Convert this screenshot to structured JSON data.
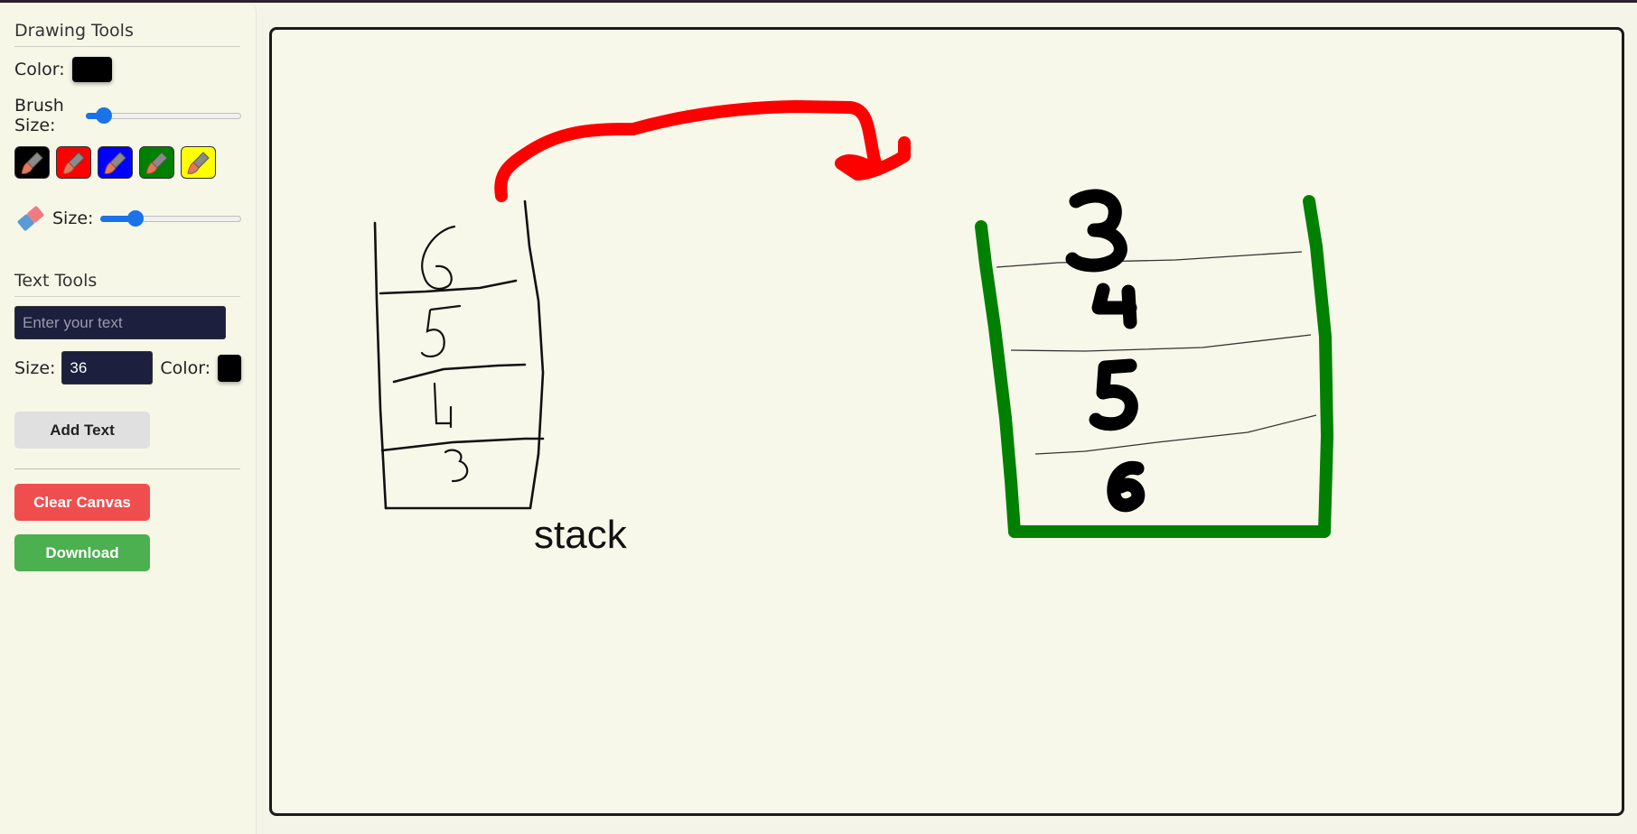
{
  "drawing_tools": {
    "title": "Drawing Tools",
    "color_label": "Color:",
    "color_value": "#000000",
    "brush_size_label_1": "Brush",
    "brush_size_label_2": "Size:",
    "brush_size_fraction": 0.07,
    "brush_presets": [
      {
        "name": "black",
        "color": "#000000"
      },
      {
        "name": "red",
        "color": "#ff0000"
      },
      {
        "name": "blue",
        "color": "#0000ff"
      },
      {
        "name": "green",
        "color": "#008000"
      },
      {
        "name": "yellow",
        "color": "#ffff00"
      }
    ],
    "eraser_icon": "eraser-icon",
    "eraser_size_label": "Size:",
    "eraser_size_fraction": 0.22
  },
  "text_tools": {
    "title": "Text Tools",
    "text_placeholder": "Enter your text",
    "text_value": "",
    "size_label": "Size:",
    "size_value": "36",
    "color_label": "Color:",
    "color_value": "#000000",
    "add_text_button": "Add Text"
  },
  "actions": {
    "clear_canvas_button": "Clear Canvas",
    "download_button": "Download"
  },
  "canvas": {
    "text_label": "stack",
    "left_stack_numbers": [
      "6",
      "5",
      "4",
      "3"
    ],
    "right_stack_numbers": [
      "3",
      "4",
      "5",
      "6"
    ],
    "stroke_colors": {
      "arrow": "#ff0000",
      "container": "#008000",
      "ink": "#000000"
    }
  }
}
